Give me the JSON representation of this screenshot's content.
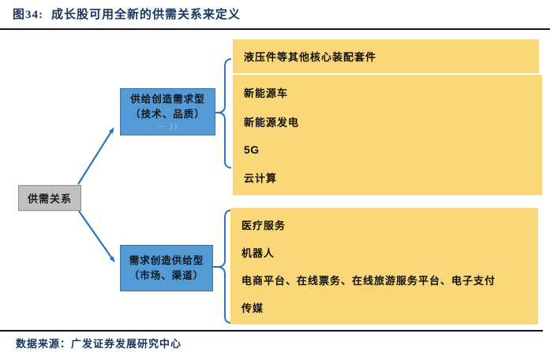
{
  "header": {
    "figure_label": "图34:",
    "title": "成长股可用全新的供需关系来定义"
  },
  "footer": {
    "source": "数据来源：广发证券发展研究中心"
  },
  "diagram": {
    "root_node": {
      "label": "供需关系"
    },
    "branches": [
      {
        "node": {
          "line1": "供给创造需求型",
          "line2": "（技术、品质）",
          "faint_text": "— ))"
        },
        "boxes": [
          {
            "items": [
              "液压件等其他核心装配套件"
            ]
          },
          {
            "items": [
              "新能源车",
              "新能源发电",
              "5G",
              "云计算"
            ]
          }
        ]
      },
      {
        "node": {
          "line1": "需求创造供给型",
          "line2": "（市场、渠道）"
        },
        "boxes": [
          {
            "items": [
              "医疗服务",
              "机器人",
              "电商平台、在线票务、在线旅游服务平台、电子支付",
              "传媒"
            ]
          }
        ]
      }
    ]
  },
  "colors": {
    "yellow_box": "#FAD87A",
    "blue_node": "#549BD5",
    "blue_node_border": "#41719C",
    "gray_node": "#C0C0C0",
    "connector_blue": "#2E75B6",
    "title_navy": "#16365C"
  }
}
